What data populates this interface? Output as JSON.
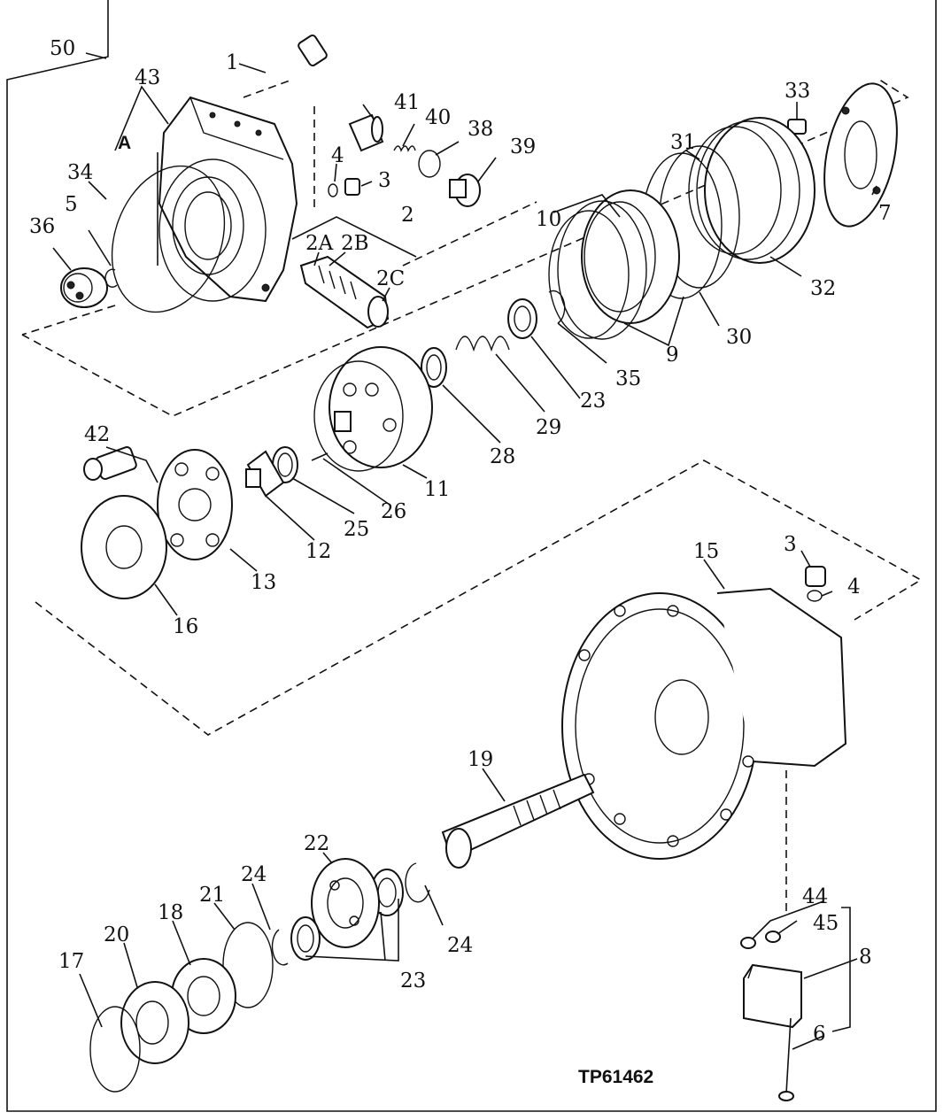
{
  "figure_code": "TP61462",
  "frame_label": "50",
  "callouts": {
    "c1": "1",
    "c43": "43",
    "cA": "A",
    "c41": "41",
    "c40": "40",
    "c38": "38",
    "c39": "39",
    "c4a": "4",
    "c3a": "3",
    "c34": "34",
    "c2": "2",
    "c2A": "2A",
    "c2B": "2B",
    "c2C": "2C",
    "c36": "36",
    "c5": "5",
    "c33": "33",
    "c31": "31",
    "c10": "10",
    "c7": "7",
    "c32": "32",
    "c30": "30",
    "c9": "9",
    "c35": "35",
    "c23a": "23",
    "c29": "29",
    "c28": "28",
    "c42": "42",
    "c11": "11",
    "c26": "26",
    "c25": "25",
    "c12": "12",
    "c13": "13",
    "c16": "16",
    "c15": "15",
    "c3b": "3",
    "c4b": "4",
    "c19": "19",
    "c22": "22",
    "c24a": "24",
    "c21": "21",
    "c18": "18",
    "c20": "20",
    "c17": "17",
    "c24b": "24",
    "c23b": "23",
    "c44": "44",
    "c45": "45",
    "c8": "8",
    "c6": "6"
  }
}
